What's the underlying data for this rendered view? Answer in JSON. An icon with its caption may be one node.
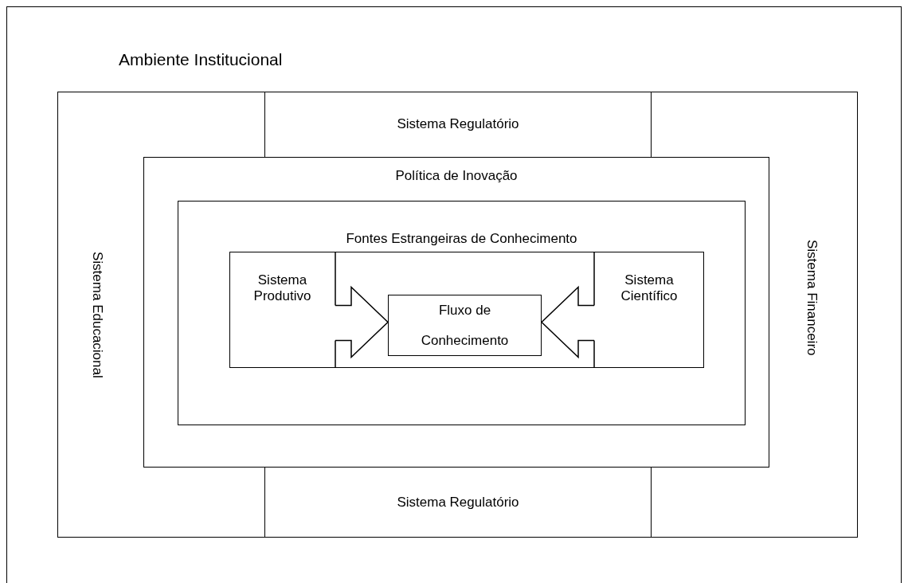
{
  "diagram": {
    "nodes": [
      {
        "text": [
          "Ambiente Institucional"
        ]
      },
      {
        "text": [
          "Sistema Educacional",
          "Sistema Financeiro"
        ],
        "in": 0
      },
      {
        "text": [
          "Sistema Regulatório"
        ],
        "in": 1
      },
      {
        "text": [
          "Sistema Regulatório"
        ],
        "in": 1
      },
      {
        "text": [
          "Política de Inovação"
        ],
        "in": 1
      },
      {
        "text": [
          "Fontes Estrangeiras de Conhecimento"
        ],
        "in": 4
      },
      {
        "text": [],
        "shape": "box",
        "in": 5
      },
      {
        "text": [
          "Sistema Produtivo"
        ],
        "in": 6
      },
      {
        "text": [
          "Sistema Científico"
        ],
        "in": 6
      },
      {
        "text": [
          "Fluxo de Conhecimento"
        ],
        "in": 6
      }
    ],
    "edges": [
      {
        "from": 7,
        "to": 9,
        "arrow": "to"
      },
      {
        "from": 8,
        "to": 9,
        "arrow": "to"
      }
    ]
  }
}
